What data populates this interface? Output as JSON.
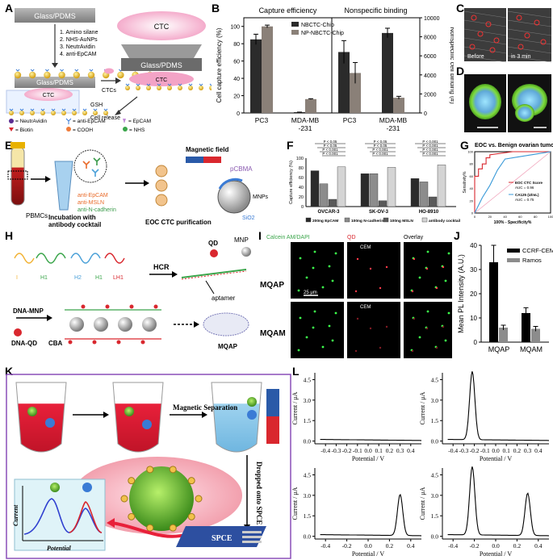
{
  "labels": [
    "A",
    "B",
    "C",
    "D",
    "E",
    "F",
    "G",
    "H",
    "I",
    "J",
    "K",
    "L"
  ],
  "panelA": {
    "glass": "Glass/PDMS",
    "steps": [
      "1. Amino silane",
      "2. NHS-AuNPs",
      "3. NeutrAvidin",
      "4. anti-EpCAM"
    ],
    "ctc": "CTC",
    "ctcs": "CTCs",
    "gsh": "GSH",
    "release": "Cell release",
    "legend": [
      "= NeutrAvidin",
      "= anti-EpCAM",
      "= EpCAM",
      "= Biotin",
      "= COOH",
      "= NHS"
    ]
  },
  "panelB": {
    "headers": [
      "Capture efficiency",
      "Nonspecific binding"
    ],
    "legend": [
      "NBCTC-Chip",
      "NP-NBCTC-Chip"
    ],
    "ylabel_left": "Cell capture efficiency (%)",
    "ylabel_right": "Nonspecific cell binding (#)",
    "xticks": [
      "PC3",
      "MDA-MB\n-231",
      "PC3",
      "MDA-MB\n-231"
    ],
    "yticks_left": [
      "0",
      "20",
      "40",
      "60",
      "80",
      "100"
    ],
    "yticks_right": [
      "0",
      "2000",
      "4000",
      "6000",
      "8000",
      "10000"
    ]
  },
  "chart_data": [
    {
      "type": "bar",
      "categories": [
        "PC3",
        "MDA-MB-231"
      ],
      "series": [
        {
          "name": "NBCTC-Chip",
          "values": [
            85,
            1
          ]
        },
        {
          "name": "NP-NBCTC-Chip",
          "values": [
            100,
            16
          ]
        }
      ],
      "ylabel": "Cell capture efficiency (%)",
      "ylim": [
        0,
        110
      ]
    },
    {
      "type": "bar",
      "categories": [
        "PC3",
        "MDA-MB-231"
      ],
      "series": [
        {
          "name": "NBCTC-Chip",
          "values": [
            6400,
            8400
          ]
        },
        {
          "name": "NP-NBCTC-Chip",
          "values": [
            4200,
            1600
          ]
        }
      ],
      "ylabel": "Nonspecific cell binding (#)",
      "ylim": [
        0,
        10000
      ]
    },
    {
      "type": "bar",
      "categories": [
        "OVCAR-3",
        "SK-OV-3",
        "HO-8910"
      ],
      "series": [
        {
          "name": "200ng EpCAM",
          "values": [
            74,
            68,
            58
          ]
        },
        {
          "name": "100ng N-cadherin",
          "values": [
            47,
            68,
            51
          ]
        },
        {
          "name": "100ng MSLN",
          "values": [
            15,
            12,
            20
          ]
        },
        {
          "name": "antibody cocktail",
          "values": [
            82,
            81,
            86
          ]
        }
      ],
      "ylabel": "Capture efficiency (%)",
      "ylim": [
        0,
        100
      ]
    },
    {
      "type": "line",
      "title": "EOC vs. Benign ovarian tumor",
      "xlabel": "100% - Specificity%",
      "ylabel": "Sensitivity%",
      "series": [
        {
          "name": "EOC CTC Score",
          "x": [
            0,
            0,
            5,
            5,
            10,
            10,
            15,
            15,
            20,
            20,
            50,
            100
          ],
          "y": [
            0,
            60,
            60,
            72,
            72,
            80,
            80,
            90,
            90,
            95,
            100,
            100
          ]
        },
        {
          "name": "CA125 (U/mL)",
          "x": [
            0,
            10,
            20,
            30,
            40,
            60,
            80,
            100
          ],
          "y": [
            0,
            25,
            45,
            70,
            88,
            92,
            96,
            100
          ]
        }
      ],
      "xlim": [
        0,
        100
      ],
      "ylim": [
        0,
        100
      ]
    },
    {
      "type": "bar",
      "categories": [
        "MQAP",
        "MQAM"
      ],
      "series": [
        {
          "name": "CCRF-CEM",
          "values": [
            33,
            12
          ]
        },
        {
          "name": "Ramos",
          "values": [
            6,
            5.5
          ]
        }
      ],
      "ylabel": "Mean PL Intensity (A.U.)",
      "ylim": [
        0,
        40
      ]
    },
    {
      "type": "line",
      "xlabel": "Potential / V",
      "ylabel": "Current / μA",
      "xlim": [
        -0.5,
        0.5
      ],
      "ylim": [
        -0.2,
        5
      ],
      "panels": [
        {
          "peaks": []
        },
        {
          "peaks": [
            {
              "x": -0.22,
              "y": 5.0
            }
          ]
        },
        {
          "peaks": [
            {
              "x": 0.3,
              "y": 3.0
            }
          ]
        },
        {
          "peaks": [
            {
              "x": -0.22,
              "y": 5.0
            },
            {
              "x": 0.3,
              "y": 3.1
            }
          ]
        }
      ]
    }
  ],
  "panelC": {
    "before": "Before",
    "after": "in 3 min"
  },
  "panelE": {
    "pbmcs": "PBMCs",
    "incub": [
      "Incubation with",
      "antibody cocktail"
    ],
    "antibodies": [
      "anti-EpCAM",
      "anti-MSLN",
      "anti-N-cadherin"
    ],
    "purif": "EOC CTC purification",
    "field": "Magnetic field",
    "pcbma": "pCBMA",
    "mnps": "MNPs",
    "sio2": "SiO2"
  },
  "panelF": {
    "ylabel": "Capture efficiency (%)",
    "yticks": [
      "0",
      "20",
      "40",
      "60",
      "80",
      "100"
    ],
    "groups": [
      "OVCAR-3",
      "SK-OV-3",
      "HO-8910"
    ],
    "pvals": [
      "P < 0.05",
      "P < 0.05",
      "P < 0.001",
      "P < 0.001",
      "P < 0.05",
      "P < 0.05",
      "P < 0.001",
      "P < 0.001",
      "P < 0.001",
      "P < 0.001",
      "P < 0.001",
      "P < 0.001"
    ],
    "legend": [
      "200ng EpCAM",
      "100ng N-cadherin",
      "100ng MSLN",
      "antibody cocktail"
    ]
  },
  "panelG": {
    "title": "EOC vs. Benign ovarian tumor",
    "ylabel": "Sensitivity%",
    "xlabel": "100% - Specificity%",
    "legend": [
      "EOC CTC Score",
      "AUC = 0.96",
      "CA125 (U/mL)",
      "AUC = 0.75"
    ],
    "xticks": [
      "0",
      "20",
      "40",
      "60",
      "80",
      "100"
    ],
    "yticks": [
      "0",
      "20",
      "40",
      "60",
      "80",
      "100"
    ]
  },
  "panelH": {
    "h": [
      "I",
      "H1",
      "H2",
      "H1",
      "LH1"
    ],
    "hcr": "HCR",
    "qd": "QD",
    "mnp": "MNP",
    "aptamer": "aptamer",
    "dnamnp": "DNA-MNP",
    "dnaqd": "DNA-QD",
    "cba": "CBA",
    "mqap": "MQAP"
  },
  "panelI": {
    "cols": [
      "Calcein AM/DAPI",
      "QD",
      "Overlay"
    ],
    "rows": [
      "MQAP",
      "MQAM"
    ],
    "cem": "CEM",
    "scale": "25 μm"
  },
  "panelJ": {
    "ylabel": "Mean PL Intensity (A.U.)",
    "yticks": [
      "0",
      "10",
      "20",
      "30",
      "40"
    ],
    "xticks": [
      "MQAP",
      "MQAM"
    ],
    "legend": [
      "CCRF-CEM",
      "Ramos"
    ]
  },
  "panelK": {
    "magsep": "Magnetic Separation",
    "drop": "Dropped onto SPCE",
    "spce": "SPCE",
    "current": "Current",
    "potential": "Potential"
  },
  "panelL": {
    "ylabel": "Current / μA",
    "xlabel": "Potential / V",
    "xticks": [
      "-0.4",
      "-0.3",
      "-0.2",
      "-0.1",
      "0.0",
      "0.1",
      "0.2",
      "0.3",
      "0.4"
    ],
    "xticks_short": [
      "-0.4",
      "-0.2",
      "0.0",
      "0.2",
      "0.4"
    ],
    "yticks": [
      "0.0",
      "1.5",
      "3.0",
      "4.5"
    ]
  },
  "colors": {
    "dark": "#333333",
    "grey": "#8c8c8c",
    "red": "#d9272e",
    "blue": "#3a7bd5"
  }
}
